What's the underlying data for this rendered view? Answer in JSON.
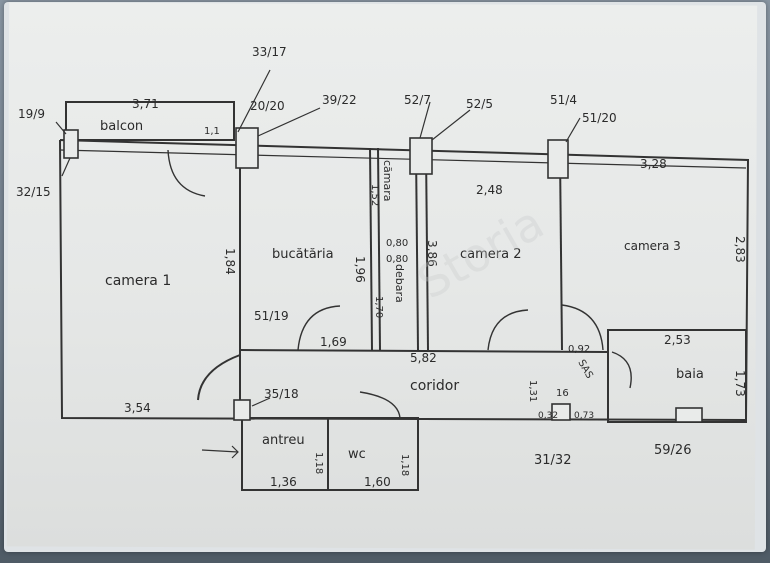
{
  "rooms": {
    "balcon": "balcon",
    "camera1": "camera 1",
    "bucatarie": "bucătăria",
    "camara": "cămara",
    "debara": "debara",
    "camera2": "camera 2",
    "camera3": "camera 3",
    "baia": "baia",
    "coridor": "coridor",
    "antreu": "antreu",
    "wc": "wc"
  },
  "dimensions": {
    "balcon_width": "3,71",
    "balcon_depth": "1,1",
    "camera1_length": "1,84",
    "camera1_width": "3,54",
    "bucatarie_length": "1,69",
    "bucatarie_height": "1,96",
    "camara_len": "1,52",
    "camara_w": "0,80",
    "debara_w": "0,80",
    "debara_len": "1,70",
    "camera2_width": "2,48",
    "camera2_length": "3,86",
    "camera3_width": "3,28",
    "camera3_length": "2,83",
    "baia_width": "2,53",
    "baia_height": "1,73",
    "coridor_length": "5,82",
    "coridor_door": "0,92",
    "coridor_stub": "1,31",
    "sas": "SAS",
    "sas_small1": "0,32",
    "sas_small2": "0,73",
    "sas_top": "16",
    "antreu_width": "1,36",
    "antreu_height": "1,18",
    "wc_width": "1,60",
    "wc_height": "1,18"
  },
  "vent_labels": {
    "v1": "19/9",
    "v2": "32/15",
    "v3": "33/17",
    "v4": "20/20",
    "v5": "39/22",
    "v6": "52/7",
    "v7": "52/5",
    "v8": "51/4",
    "v9": "51/20",
    "v10": "51/19",
    "v11": "35/18",
    "v12": "31/32",
    "v13": "59/26"
  },
  "watermark": "Storia"
}
